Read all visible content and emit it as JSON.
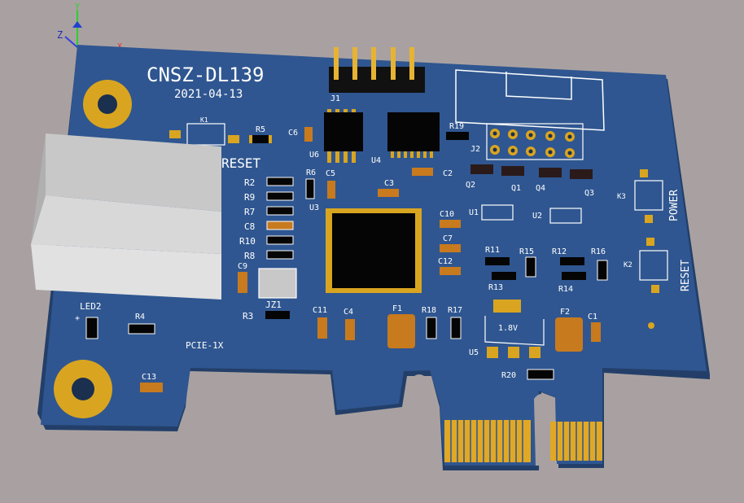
{
  "axes": {
    "z": "Z",
    "y": "Y",
    "x": "X"
  },
  "board": {
    "title": "CNSZ-DL139",
    "date": "2021-04-13",
    "edge_label": "PCIE-1X",
    "reset_label_left": "RESET",
    "power_label": "POWER",
    "reset_label_right": "RESET",
    "regulator_label": "1.8V",
    "led_polarity": "+"
  },
  "refdes": {
    "J1": "J1",
    "J2": "J2",
    "K1": "K1",
    "K2": "K2",
    "K3": "K3",
    "U1": "U1",
    "U2": "U2",
    "U3": "U3",
    "U4": "U4",
    "U5": "U5",
    "U6": "U6",
    "Q1": "Q1",
    "Q2": "Q2",
    "Q3": "Q3",
    "Q4": "Q4",
    "R2": "R2",
    "R3": "R3",
    "R4": "R4",
    "R5": "R5",
    "R6": "R6",
    "R7": "R7",
    "R8": "R8",
    "R9": "R9",
    "R10": "R10",
    "R11": "R11",
    "R12": "R12",
    "R13": "R13",
    "R14": "R14",
    "R15": "R15",
    "R16": "R16",
    "R17": "R17",
    "R18": "R18",
    "R19": "R19",
    "R20": "R20",
    "C1": "C1",
    "C2": "C2",
    "C3": "C3",
    "C4": "C4",
    "C5": "C5",
    "C6": "C6",
    "C7": "C7",
    "C8": "C8",
    "C9": "C9",
    "C10": "C10",
    "C11": "C11",
    "C12": "C12",
    "C13": "C13",
    "F1": "F1",
    "F2": "F2",
    "JZ1": "JZ1",
    "LED2": "LED2"
  },
  "colors": {
    "background": "#a9a1a1",
    "pcb": "#2f5690",
    "pcb_edge": "#233f69",
    "gold": "#d9a520",
    "silkscreen": "#ffffff",
    "ic": "#050505",
    "fuse": "#c87a1e",
    "connector_housing": "#d6d6d6"
  }
}
